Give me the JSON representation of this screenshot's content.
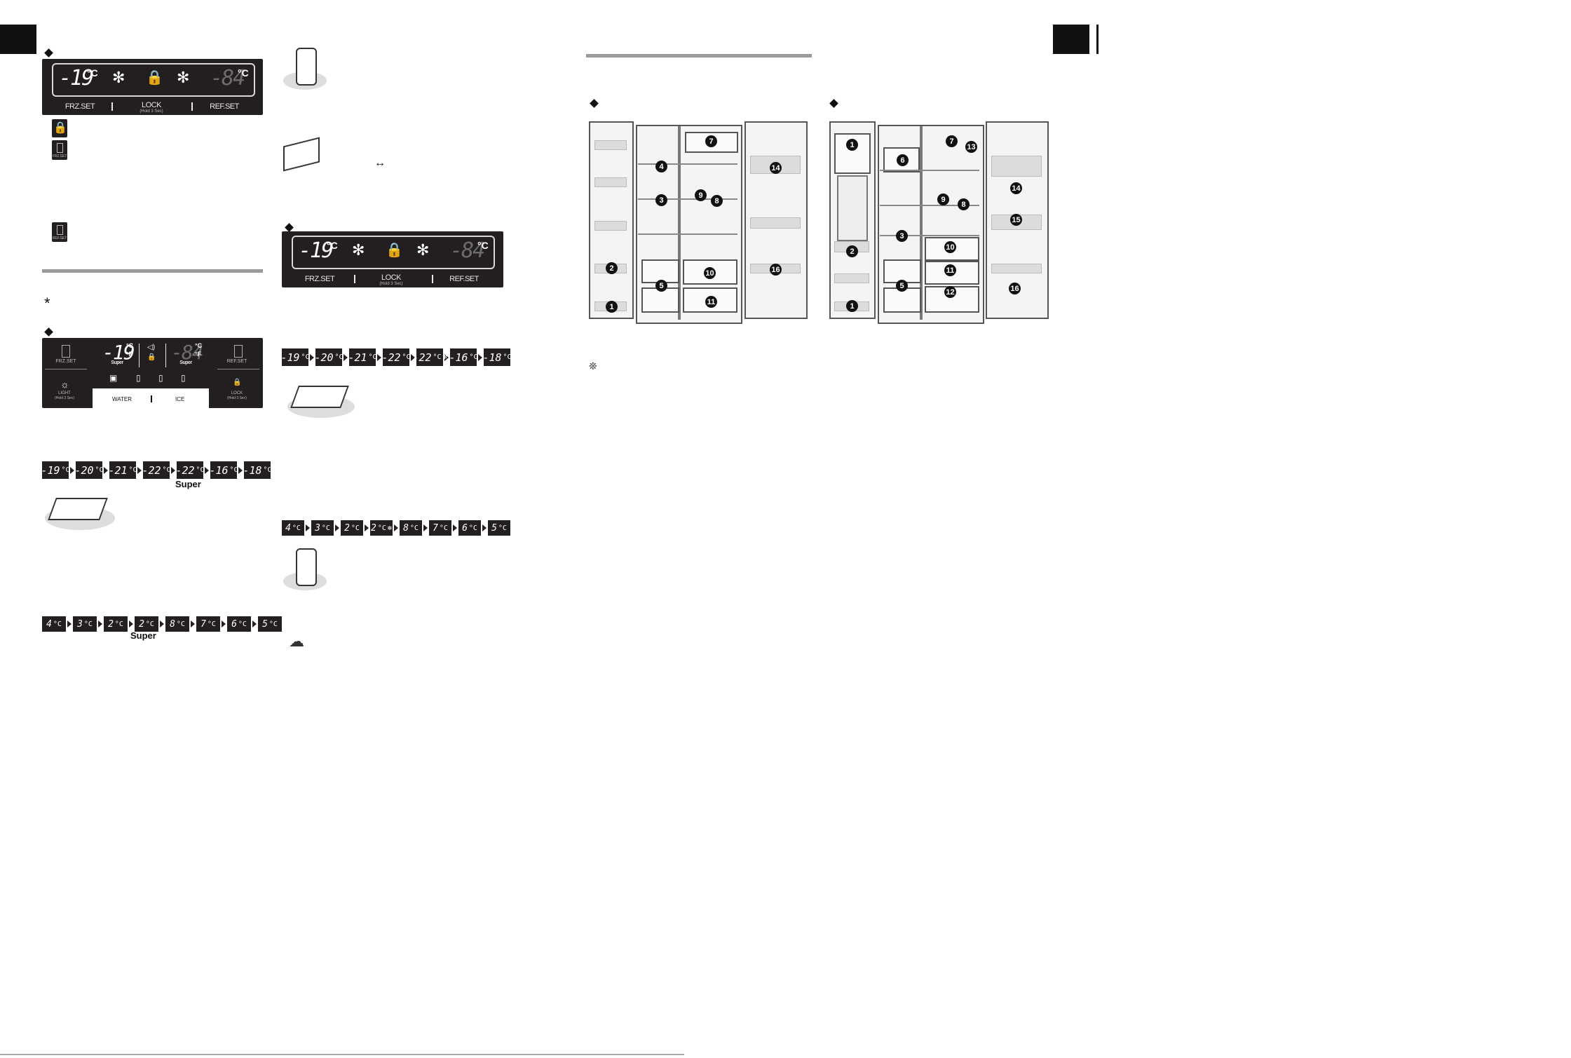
{
  "panel_basic": {
    "frz_temp": "-19",
    "ref_temp": "-84",
    "unit": "°C",
    "frz_label": "FRZ.SET",
    "lock_label": "LOCK",
    "lock_sub": "(Hold 3 Sec)",
    "ref_label": "REF.SET"
  },
  "icons": {
    "lock_icon_label": "",
    "frz_icon_label": "FRZ.SET",
    "ref_icon_label": "REF.SET"
  },
  "panel_dispenser": {
    "frz_label": "FRZ.SET",
    "ref_label": "REF.SET",
    "frz_temp": "-19",
    "ref_temp": "-84",
    "unit_c": "°C",
    "unit_f": "°F",
    "super_left": "Super",
    "super_right": "Super",
    "light_label": "LIGHT",
    "light_sub": "(Hold 3 Sec)",
    "lock_label": "LOCK",
    "lock_sub": "(Hold 3 Sec)",
    "water_label": "WATER",
    "ice_label": "ICE"
  },
  "sequences": {
    "freezer": [
      "-19",
      "-20",
      "-21",
      "-22",
      "-22",
      "-16",
      "-18"
    ],
    "freezer_unit": "°C",
    "freezer_super": "Super",
    "fridge": [
      "4",
      "3",
      "2",
      "2",
      "8",
      "7",
      "6",
      "5"
    ],
    "fridge_unit": "°C",
    "fridge_super": "Super"
  },
  "note": {
    "swap_symbol": "↔",
    "asterisk": "*",
    "snow": "❊"
  },
  "diagram_a": {
    "callouts": [
      "1",
      "2",
      "3",
      "4",
      "5",
      "7",
      "8",
      "9",
      "10",
      "11",
      "14",
      "16"
    ]
  },
  "diagram_b": {
    "callouts": [
      "1",
      "2",
      "1",
      "3",
      "5",
      "6",
      "7",
      "8",
      "9",
      "10",
      "11",
      "12",
      "13",
      "14",
      "15",
      "16"
    ]
  }
}
